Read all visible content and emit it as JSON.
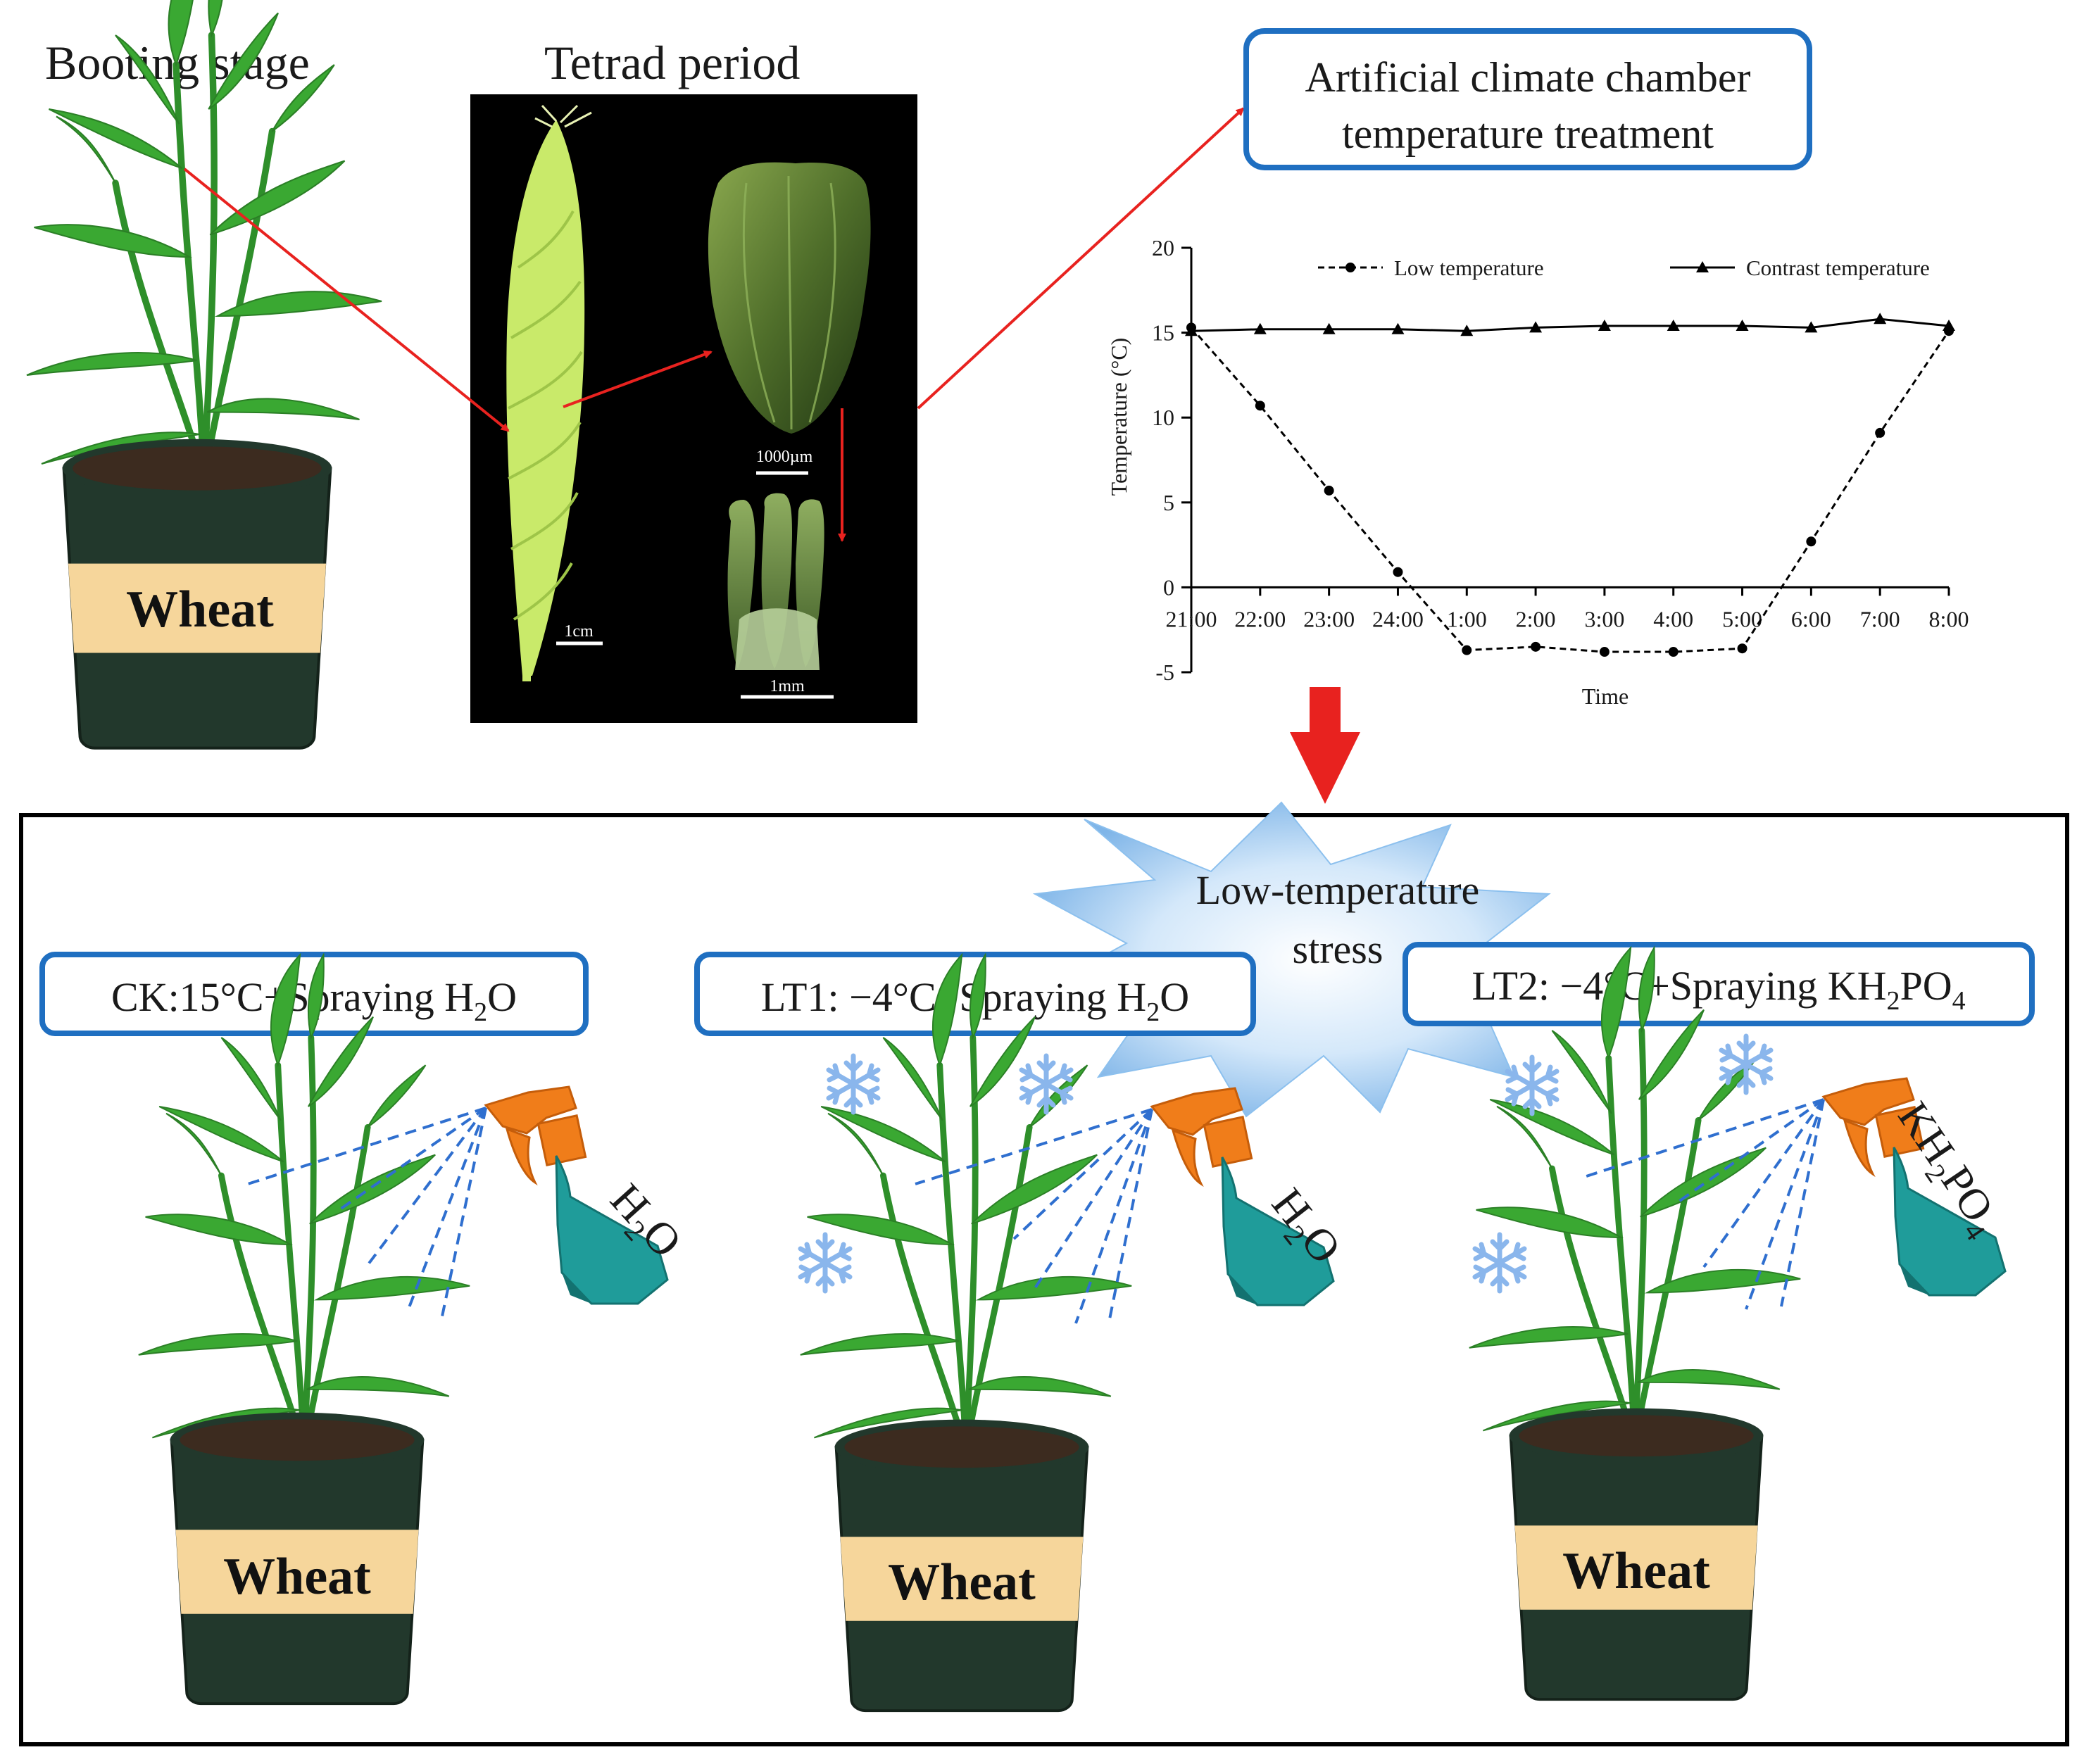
{
  "top": {
    "booting_title": "Booting stage",
    "tetrad_title": "Tetrad period",
    "climate_box": {
      "line1": "Artificial climate chamber",
      "line2": "temperature treatment"
    },
    "scale_bars": {
      "spike": "1cm",
      "floret": "1000µm",
      "anther": "1mm"
    },
    "pot_label": "Wheat"
  },
  "chart_data": {
    "type": "line",
    "title": "",
    "xlabel": "Time",
    "ylabel": "Temperature (°C)",
    "ylim": [
      -5,
      20
    ],
    "yticks": [
      -5,
      0,
      5,
      10,
      15,
      20
    ],
    "categories": [
      "21:00",
      "22:00",
      "23:00",
      "24:00",
      "1:00",
      "2:00",
      "3:00",
      "4:00",
      "5:00",
      "6:00",
      "7:00",
      "8:00"
    ],
    "legend_position": "top",
    "series": [
      {
        "name": "Low temperature",
        "style": "dashed",
        "marker": "circle",
        "color": "#000000",
        "values": [
          15.3,
          10.7,
          5.7,
          0.9,
          -3.7,
          -3.5,
          -3.8,
          -3.8,
          -3.6,
          2.7,
          9.1,
          15.1
        ]
      },
      {
        "name": "Contrast temperature",
        "style": "solid",
        "marker": "triangle",
        "color": "#000000",
        "values": [
          15.1,
          15.2,
          15.2,
          15.2,
          15.1,
          15.3,
          15.4,
          15.4,
          15.4,
          15.3,
          15.8,
          15.4
        ]
      }
    ]
  },
  "bottom": {
    "stress": {
      "line1": "Low-temperature",
      "line2": "stress"
    },
    "ck": {
      "prefix": "CK:15°C+Spraying H",
      "sub": "2",
      "suffix": "O"
    },
    "lt1": {
      "prefix": "LT1: −4°C+Spraying H",
      "sub": "2",
      "suffix": "O"
    },
    "lt2": {
      "prefix": "LT2: −4°C+Spraying KH",
      "sub1": "2",
      "mid": "PO",
      "sub2": "4"
    },
    "pot_label": "Wheat",
    "bottle_h2o": {
      "a": "H",
      "sub": "2",
      "b": "O"
    },
    "bottle_kh2po4": {
      "a": "KH",
      "sub1": "2",
      "b": "PO",
      "sub2": "4"
    }
  },
  "colors": {
    "box_border": "#1f6fc1",
    "arrow_red": "#e8221f",
    "leaf_green": "#3aa832",
    "pot_dark": "#22382c",
    "pot_band": "#f6d69b",
    "soil": "#3c2b1f",
    "nozzle": "#f07d1a",
    "bottle_teal": "#1f9c9a",
    "spray_blue": "#2f6fcf",
    "snow": "#8ab6ec",
    "starburst": "#a6cdf1",
    "spike": "#c9ea6a"
  }
}
